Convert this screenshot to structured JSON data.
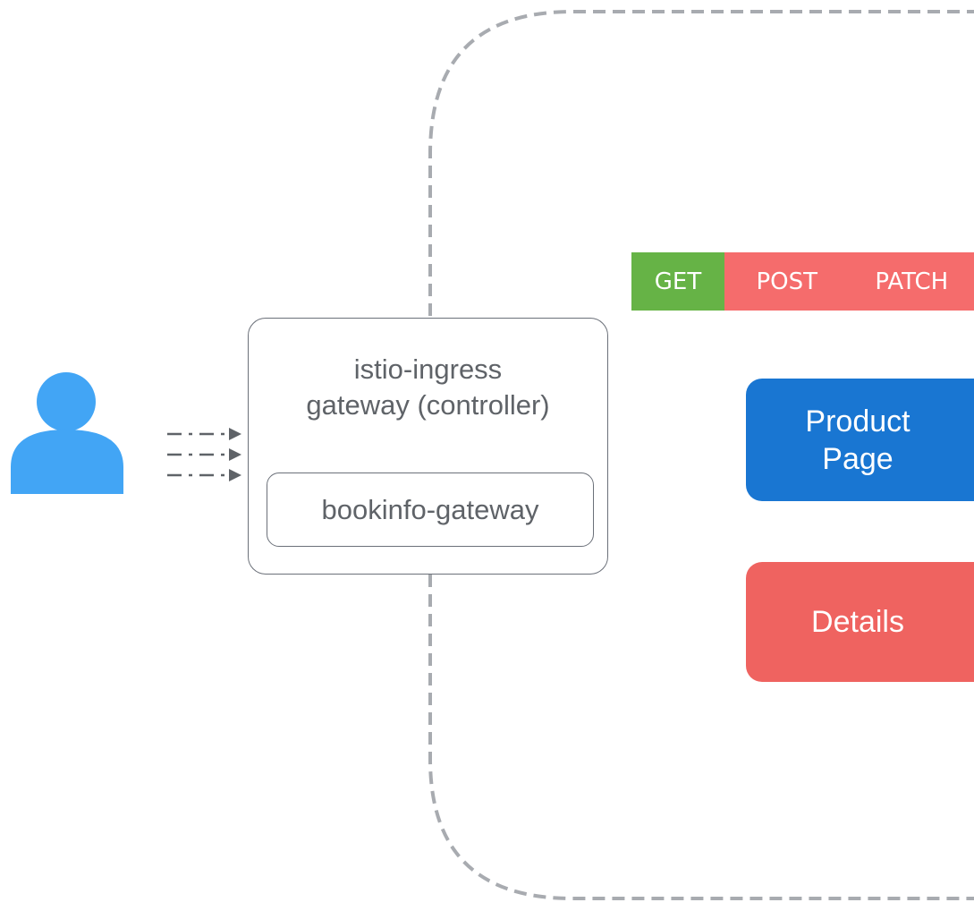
{
  "colors": {
    "user_icon": "#42a5f5",
    "dashed_border": "#a8abb0",
    "arrow": "#5f6368",
    "gateway_border": "#6b7079",
    "text_gray": "#5f6368",
    "get_method": "#66b346",
    "other_methods": "#f56c6c",
    "product_page": "#1976d2",
    "details": "#ef6360"
  },
  "user": {
    "icon": "user-icon"
  },
  "gateway": {
    "title": "istio-ingress\ngateway (controller)",
    "inner_label": "bookinfo-gateway"
  },
  "methods": {
    "get": "GET",
    "post": "POST",
    "patch": "PATCH"
  },
  "services": {
    "product_page": "Product\nPage",
    "details": "Details"
  }
}
